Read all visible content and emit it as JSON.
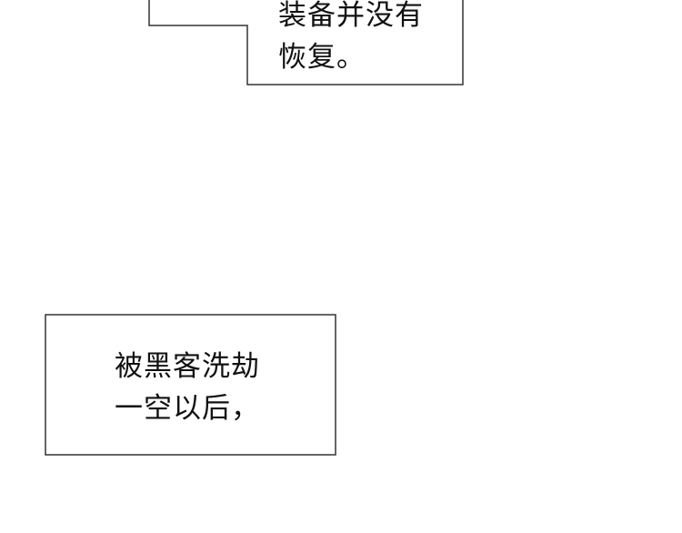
{
  "captions": {
    "top": {
      "lines": [
        "装备并没有",
        "恢复。"
      ]
    },
    "bottom": {
      "lines": [
        "被黑客洗劫",
        "一空以后，"
      ]
    }
  },
  "colors": {
    "background": "#ffffff",
    "border": "#333333",
    "text": "#111111"
  }
}
